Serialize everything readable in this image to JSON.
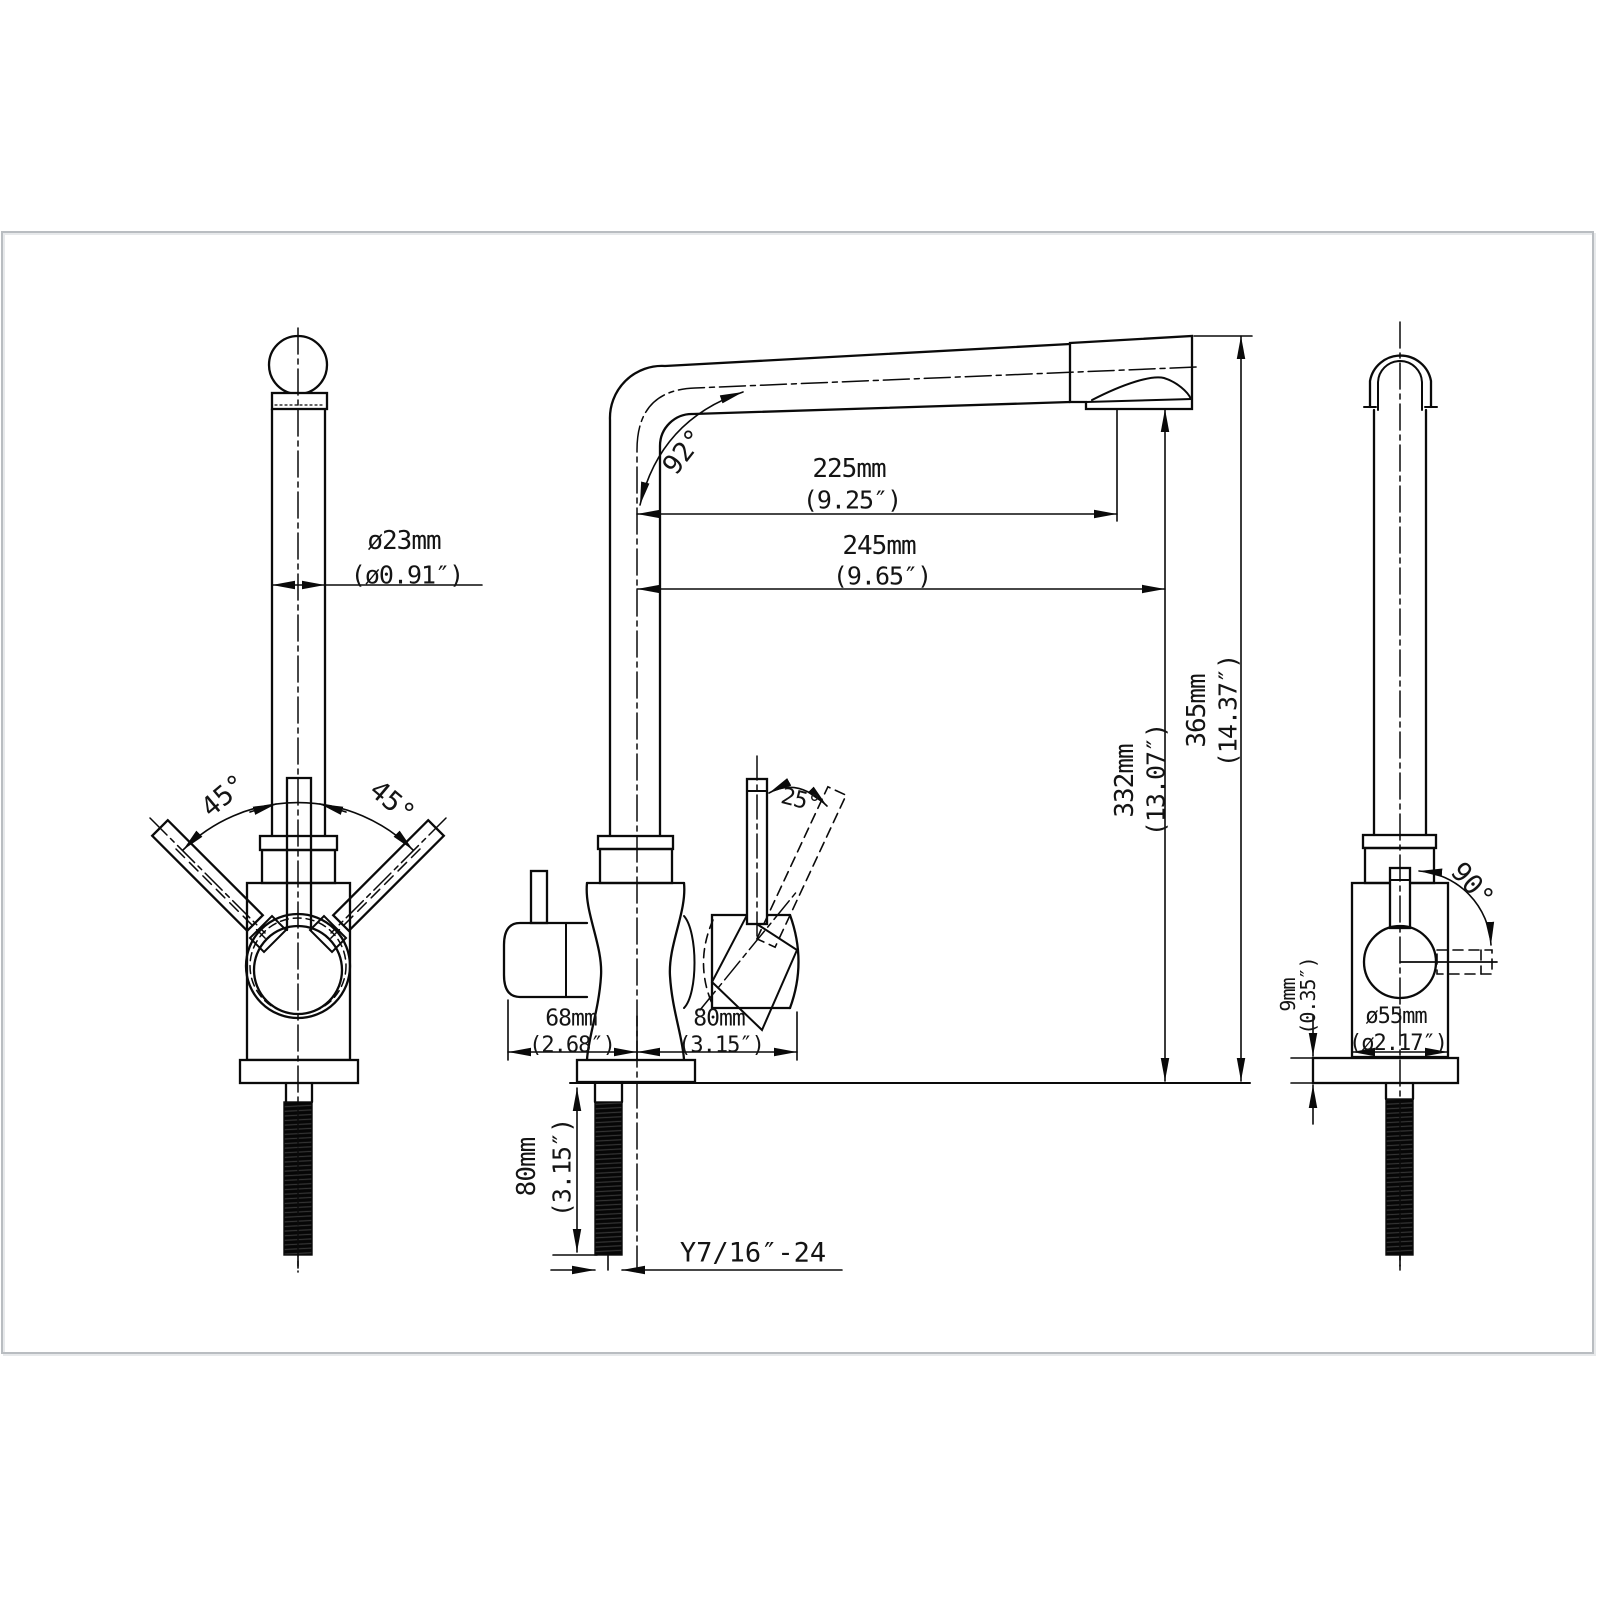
{
  "drawing_title": "kitchen faucet dimensional drawing, three orthographic views",
  "style": {
    "line_color": "#0a0a0a",
    "frame_color": "#b9bdc1",
    "background": "#ffffff"
  },
  "front_view": {
    "handle_angle_left": "45°",
    "handle_angle_right": "45°",
    "spout_pipe_dia_mm": "ø23mm",
    "spout_pipe_dia_in": "(ø0.91″)"
  },
  "side_view": {
    "spout_bend_angle": "92°",
    "handle_tilt_angle": "25°",
    "spout_reach_mm": "225mm",
    "spout_reach_in": "(9.25″)",
    "total_reach_mm": "245mm",
    "total_reach_in": "(9.65″)",
    "spout_height_mm": "332mm",
    "spout_height_in": "(13.07″)",
    "total_height_mm": "365mm",
    "total_height_in": "(14.37″)",
    "body_left_width_mm": "68mm",
    "body_left_width_in": "(2.68″)",
    "body_right_width_mm": "80mm",
    "body_right_width_in": "(3.15″)",
    "shank_length_mm": "80mm",
    "shank_length_in": "(3.15″)",
    "thread_spec": "Y7/16″-24"
  },
  "back_view": {
    "handle_swing_angle": "90°",
    "deck_thickness_mm": "9mm",
    "deck_thickness_in": "(0.35″)",
    "base_dia_mm": "ø55mm",
    "base_dia_in": "(ø2.17″)"
  }
}
